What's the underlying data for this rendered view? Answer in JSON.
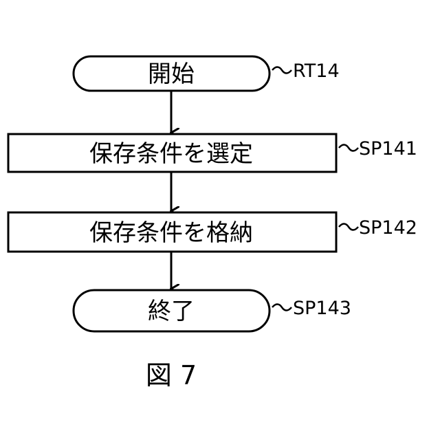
{
  "nodes": {
    "start": {
      "label": "開始",
      "ref": "RT14"
    },
    "select": {
      "label": "保存条件を選定",
      "ref": "SP141"
    },
    "store": {
      "label": "保存条件を格納",
      "ref": "SP142"
    },
    "end": {
      "label": "終了",
      "ref": "SP143"
    }
  },
  "figure": {
    "caption": "図 7"
  }
}
